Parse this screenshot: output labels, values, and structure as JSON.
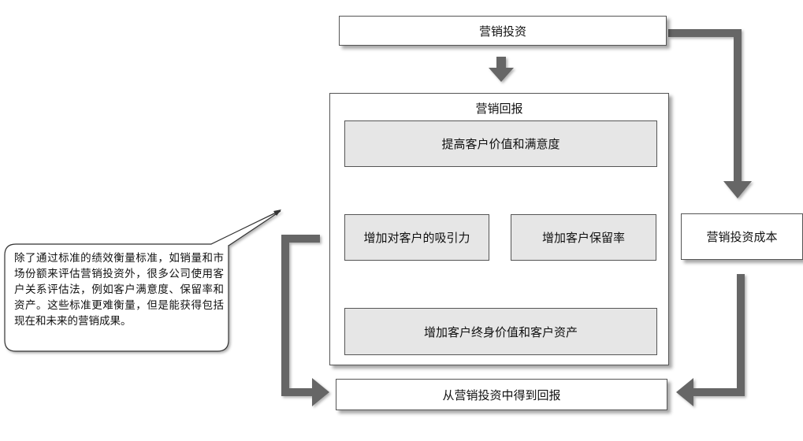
{
  "nodes": {
    "marketing_investment": "营销投资",
    "marketing_return": "营销回报",
    "improve_value_satisfaction": "提高客户价值和满意度",
    "increase_attraction": "增加对客户的吸引力",
    "increase_retention": "增加客户保留率",
    "increase_lifetime_equity": "增加客户终身价值和客户资产",
    "marketing_investment_cost": "营销投资成本",
    "return_from_investment": "从营销投资中得到回报"
  },
  "callout": {
    "text": "除了通过标准的绩效衡量标准，如销量和市场份额来评估营销投资外，很多公司使用客户关系评估法，例如客户满意度、保留率和资产。这些标准更难衡量，但是能获得包括现在和未来的营销成果。"
  },
  "colors": {
    "arrow": "#666666",
    "box_fill_gray": "#e6e6e6",
    "box_fill_white": "#ffffff",
    "border": "#555555"
  }
}
